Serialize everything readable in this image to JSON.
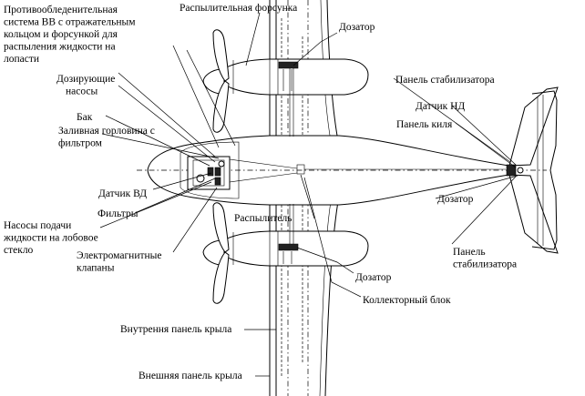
{
  "labels": {
    "anti_icing_system": [
      "Противообледенительная",
      "система ВВ с отражательным",
      "кольцом и форсункой для",
      "распыления жидкости на",
      "лопасти"
    ],
    "spray_nozzle": "Распылительная форсунка",
    "dispenser_top": "Дозатор",
    "dosing_pumps": [
      "Дозирующие",
      "насосы"
    ],
    "tank": "Бак",
    "filler_neck": [
      "Заливная горловина с",
      "фильтром"
    ],
    "stabilizer_panel_top": "Панель стабилизатора",
    "sensor_nd": "Датчик НД",
    "fin_panel": "Панель киля",
    "sensor_vd": "Датчик ВД",
    "filters": "Фильтры",
    "sprayer": "Распылитель",
    "dispenser_tail": "Дозатор",
    "windshield_pumps": [
      "Насосы подачи",
      "жидкости на лобовое",
      "стекло"
    ],
    "solenoid_valves": [
      "Электромагнитные",
      "клапаны"
    ],
    "stabilizer_panel_bottom": [
      "Панель",
      "стабилизатора"
    ],
    "dispenser_bottom": "Дозатор",
    "collector_block": "Коллекторный блок",
    "inner_wing_panel": "Внутрення панель крыла",
    "outer_wing_panel": "Внешняя панель крыла"
  }
}
